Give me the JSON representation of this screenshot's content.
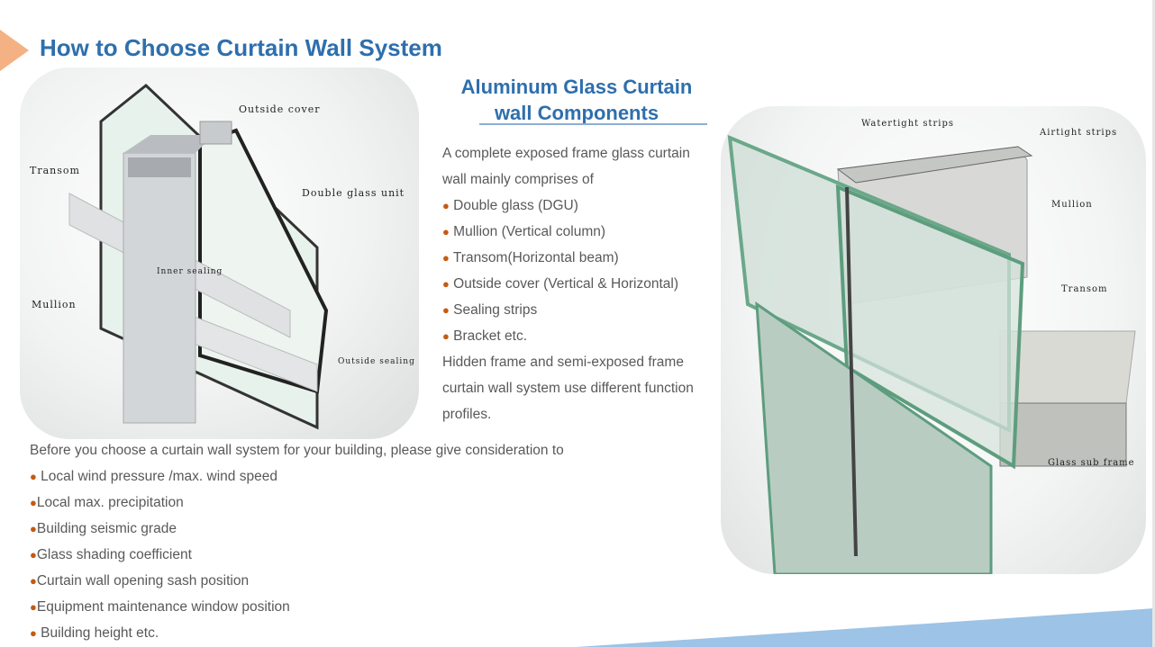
{
  "title": "How to Choose Curtain Wall System",
  "left_image": {
    "labels": {
      "outside_cover": "Outside cover",
      "transom": "Transom",
      "double_glass_unit": "Double glass unit",
      "inner_sealing": "Inner sealing",
      "mullion": "Mullion",
      "outside_sealing": "Outside sealing"
    }
  },
  "right_image": {
    "labels": {
      "watertight": "Watertight strips",
      "airtight": "Airtight strips",
      "mullion": "Mullion",
      "transom": "Transom",
      "glass_sub_frame": "Glass sub frame"
    }
  },
  "components": {
    "heading_line1": "Aluminum Glass Curtain",
    "heading_line2": "wall Components",
    "intro1": "A complete exposed frame glass curtain",
    "intro2": "wall mainly comprises of",
    "items": [
      "Double glass (DGU)",
      "Mullion (Vertical column)",
      "Transom(Horizontal beam)",
      "Outside cover (Vertical & Horizontal)",
      "Sealing strips",
      "Bracket etc."
    ],
    "outro1": "Hidden frame and semi-exposed frame",
    "outro2": "curtain wall system use different function",
    "outro3": "profiles."
  },
  "considerations": {
    "intro": "Before you choose a curtain wall system for your building, please give consideration to",
    "items": [
      "Local wind pressure /max. wind speed",
      "Local max. precipitation",
      "Building seismic grade",
      "Glass shading coefficient",
      "Curtain wall opening sash position",
      "Equipment maintenance window position",
      "Building height etc."
    ]
  },
  "colors": {
    "accent": "#2e6fad",
    "bullet": "#c55a11",
    "arrow": "#f4b183",
    "band": "#9dc3e6"
  }
}
